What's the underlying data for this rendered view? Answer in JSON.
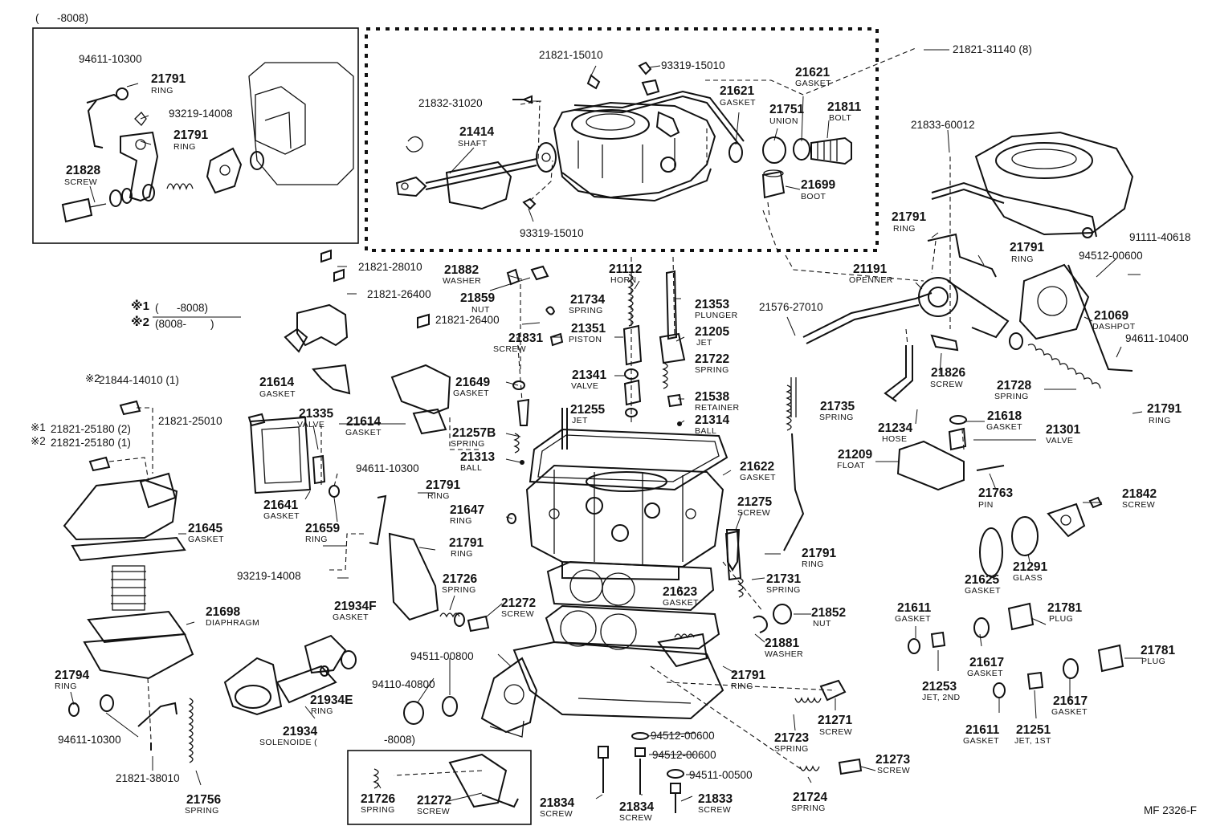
{
  "callouts": [
    {
      "id": "c-21821-15010",
      "text": "21821-15010"
    },
    {
      "id": "c-93319-15010a",
      "text": "93319-15010"
    },
    {
      "id": "c-21821-31140",
      "text": "21821-31140 (8)"
    },
    {
      "id": "c-21832-31020",
      "text": "21832-31020"
    },
    {
      "id": "c-93319-15010b",
      "text": "93319-15010"
    },
    {
      "id": "c-21833-60012",
      "text": "21833-60012"
    },
    {
      "id": "c-94611-10300a",
      "text": "94611-10300"
    },
    {
      "id": "c-93219-14008a",
      "text": "93219-14008"
    },
    {
      "id": "c-21821-28010",
      "text": "21821-28010"
    },
    {
      "id": "c-21821-26400a",
      "text": "21821-26400"
    },
    {
      "id": "c-21821-26400b",
      "text": "21821-26400"
    },
    {
      "id": "c-21576-27010",
      "text": "21576-27010"
    },
    {
      "id": "c-91111-40618",
      "text": "91111-40618"
    },
    {
      "id": "c-94512-00600a",
      "text": "94512-00600"
    },
    {
      "id": "c-94611-10400",
      "text": "94611-10400"
    },
    {
      "id": "c-21844-14010",
      "text": "21844-14010 (1)"
    },
    {
      "id": "c-21821-25180-2",
      "text": "21821-25180 (2)"
    },
    {
      "id": "c-21821-25180-1",
      "text": "21821-25180 (1)"
    },
    {
      "id": "c-21821-25010",
      "text": "21821-25010"
    },
    {
      "id": "c-94611-10300b",
      "text": "94611-10300"
    },
    {
      "id": "c-93219-14008b",
      "text": "93219-14008"
    },
    {
      "id": "c-94511-00800",
      "text": "94511-00800"
    },
    {
      "id": "c-94110-40800",
      "text": "94110-40800"
    },
    {
      "id": "c-94611-10300c",
      "text": "94611-10300"
    },
    {
      "id": "c-21821-38010",
      "text": "21821-38010"
    },
    {
      "id": "c-94512-00600b",
      "text": "94512-00600"
    },
    {
      "id": "c-94512-00600c",
      "text": "94512-00600"
    },
    {
      "id": "c-94511-00500",
      "text": "94511-00500"
    }
  ],
  "parts": [
    {
      "id": "p21791a",
      "number": "21791",
      "name": "RING"
    },
    {
      "id": "p21791b",
      "number": "21791",
      "name": "RING"
    },
    {
      "id": "p21828",
      "number": "21828",
      "name": "SCREW"
    },
    {
      "id": "p21414",
      "number": "21414",
      "name": "SHAFT"
    },
    {
      "id": "p21621a",
      "number": "21621",
      "name": "GASKET"
    },
    {
      "id": "p21621b",
      "number": "21621",
      "name": "GASKET"
    },
    {
      "id": "p21751",
      "number": "21751",
      "name": "UNION"
    },
    {
      "id": "p21811",
      "number": "21811",
      "name": "BOLT"
    },
    {
      "id": "p21699",
      "number": "21699",
      "name": "BOOT"
    },
    {
      "id": "p21791c",
      "number": "21791",
      "name": "RING"
    },
    {
      "id": "p21791d",
      "number": "21791",
      "name": "RING"
    },
    {
      "id": "p21882",
      "number": "21882",
      "name": "WASHER"
    },
    {
      "id": "p21859",
      "number": "21859",
      "name": "NUT"
    },
    {
      "id": "p21112",
      "number": "21112",
      "name": "HORN"
    },
    {
      "id": "p21734",
      "number": "21734",
      "name": "SPRING"
    },
    {
      "id": "p21353",
      "number": "21353",
      "name": "PLUNGER"
    },
    {
      "id": "p21351",
      "number": "21351",
      "name": "PISTON"
    },
    {
      "id": "p21205",
      "number": "21205",
      "name": "JET"
    },
    {
      "id": "p21831",
      "number": "21831",
      "name": "SCREW"
    },
    {
      "id": "p21722",
      "number": "21722",
      "name": "SPRING"
    },
    {
      "id": "p21191",
      "number": "21191",
      "name": "OPENNER"
    },
    {
      "id": "p21069",
      "number": "21069",
      "name": "DASHPOT"
    },
    {
      "id": "p21826",
      "number": "21826",
      "name": "SCREW"
    },
    {
      "id": "p21728",
      "number": "21728",
      "name": "SPRING"
    },
    {
      "id": "p21791e",
      "number": "21791",
      "name": "RING"
    },
    {
      "id": "p21614a",
      "number": "21614",
      "name": "GASKET"
    },
    {
      "id": "p21649",
      "number": "21649",
      "name": "GASKET"
    },
    {
      "id": "p21341",
      "number": "21341",
      "name": "VALVE"
    },
    {
      "id": "p21538",
      "number": "21538",
      "name": "RETAINER"
    },
    {
      "id": "p21255",
      "number": "21255",
      "name": "JET"
    },
    {
      "id": "p21314",
      "number": "21314",
      "name": "BALL"
    },
    {
      "id": "p21735",
      "number": "21735",
      "name": "SPRING"
    },
    {
      "id": "p21234",
      "number": "21234",
      "name": "HOSE"
    },
    {
      "id": "p21618",
      "number": "21618",
      "name": "GASKET"
    },
    {
      "id": "p21301",
      "number": "21301",
      "name": "VALVE"
    },
    {
      "id": "p21614b",
      "number": "21614",
      "name": "GASKET"
    },
    {
      "id": "p21257b",
      "number": "21257B",
      "name": "SPRING"
    },
    {
      "id": "p21335",
      "number": "21335",
      "name": "VALVE"
    },
    {
      "id": "p21209",
      "number": "21209",
      "name": "FLOAT"
    },
    {
      "id": "p21313",
      "number": "21313",
      "name": "BALL"
    },
    {
      "id": "p21622",
      "number": "21622",
      "name": "GASKET"
    },
    {
      "id": "p21791f",
      "number": "21791",
      "name": "RING"
    },
    {
      "id": "p21763",
      "number": "21763",
      "name": "PIN"
    },
    {
      "id": "p21842",
      "number": "21842",
      "name": "SCREW"
    },
    {
      "id": "p21641",
      "number": "21641",
      "name": "GASKET"
    },
    {
      "id": "p21647",
      "number": "21647",
      "name": "RING"
    },
    {
      "id": "p21275",
      "number": "21275",
      "name": "SCREW"
    },
    {
      "id": "p21645",
      "number": "21645",
      "name": "GASKET"
    },
    {
      "id": "p21659",
      "number": "21659",
      "name": "RING"
    },
    {
      "id": "p21791g",
      "number": "21791",
      "name": "RING"
    },
    {
      "id": "p21791h",
      "number": "21791",
      "name": "RING"
    },
    {
      "id": "p21625",
      "number": "21625",
      "name": "GASKET"
    },
    {
      "id": "p21291",
      "number": "21291",
      "name": "GLASS"
    },
    {
      "id": "p21726a",
      "number": "21726",
      "name": "SPRING"
    },
    {
      "id": "p21731",
      "number": "21731",
      "name": "SPRING"
    },
    {
      "id": "p21623",
      "number": "21623",
      "name": "GASKET"
    },
    {
      "id": "p21698",
      "number": "21698",
      "name": "DIAPHRAGM"
    },
    {
      "id": "p21934f",
      "number": "21934F",
      "name": "GASKET"
    },
    {
      "id": "p21272a",
      "number": "21272",
      "name": "SCREW"
    },
    {
      "id": "p21852",
      "number": "21852",
      "name": "NUT"
    },
    {
      "id": "p21611a",
      "number": "21611",
      "name": "GASKET"
    },
    {
      "id": "p21781a",
      "number": "21781",
      "name": "PLUG"
    },
    {
      "id": "p21881",
      "number": "21881",
      "name": "WASHER"
    },
    {
      "id": "p21617a",
      "number": "21617",
      "name": "GASKET"
    },
    {
      "id": "p21781b",
      "number": "21781",
      "name": "PLUG"
    },
    {
      "id": "p21794",
      "number": "21794",
      "name": "RING"
    },
    {
      "id": "p21791i",
      "number": "21791",
      "name": "RING"
    },
    {
      "id": "p21253",
      "number": "21253",
      "name": "JET, 2ND"
    },
    {
      "id": "p21617b",
      "number": "21617",
      "name": "GASKET"
    },
    {
      "id": "p21934e",
      "number": "21934E",
      "name": "RING"
    },
    {
      "id": "p21271",
      "number": "21271",
      "name": "SCREW"
    },
    {
      "id": "p21934",
      "number": "21934",
      "name": "SOLENOIDE ("
    },
    {
      "id": "p21723",
      "number": "21723",
      "name": "SPRING"
    },
    {
      "id": "p21611b",
      "number": "21611",
      "name": "GASKET"
    },
    {
      "id": "p21251",
      "number": "21251",
      "name": "JET, 1ST"
    },
    {
      "id": "p21273",
      "number": "21273",
      "name": "SCREW"
    },
    {
      "id": "p21756",
      "number": "21756",
      "name": "SPRING"
    },
    {
      "id": "p21726b",
      "number": "21726",
      "name": "SPRING"
    },
    {
      "id": "p21272b",
      "number": "21272",
      "name": "SCREW"
    },
    {
      "id": "p21834a",
      "number": "21834",
      "name": "SCREW"
    },
    {
      "id": "p21834b",
      "number": "21834",
      "name": "SCREW"
    },
    {
      "id": "p21833",
      "number": "21833",
      "name": "SCREW"
    },
    {
      "id": "p21724",
      "number": "21724",
      "name": "SPRING"
    }
  ],
  "notes": {
    "inset_range": "(      -8008)",
    "mark1_symbol": "※1",
    "mark1_range": "(      -8008)",
    "mark2_symbol": "※2",
    "mark2_range": "(8008-        )",
    "solenoid_range": "-8008)",
    "ref_mark2_a": "※2",
    "ref_mark1_b": "※1",
    "ref_mark2_c": "※2",
    "footer_code": "MF 2326-F"
  }
}
